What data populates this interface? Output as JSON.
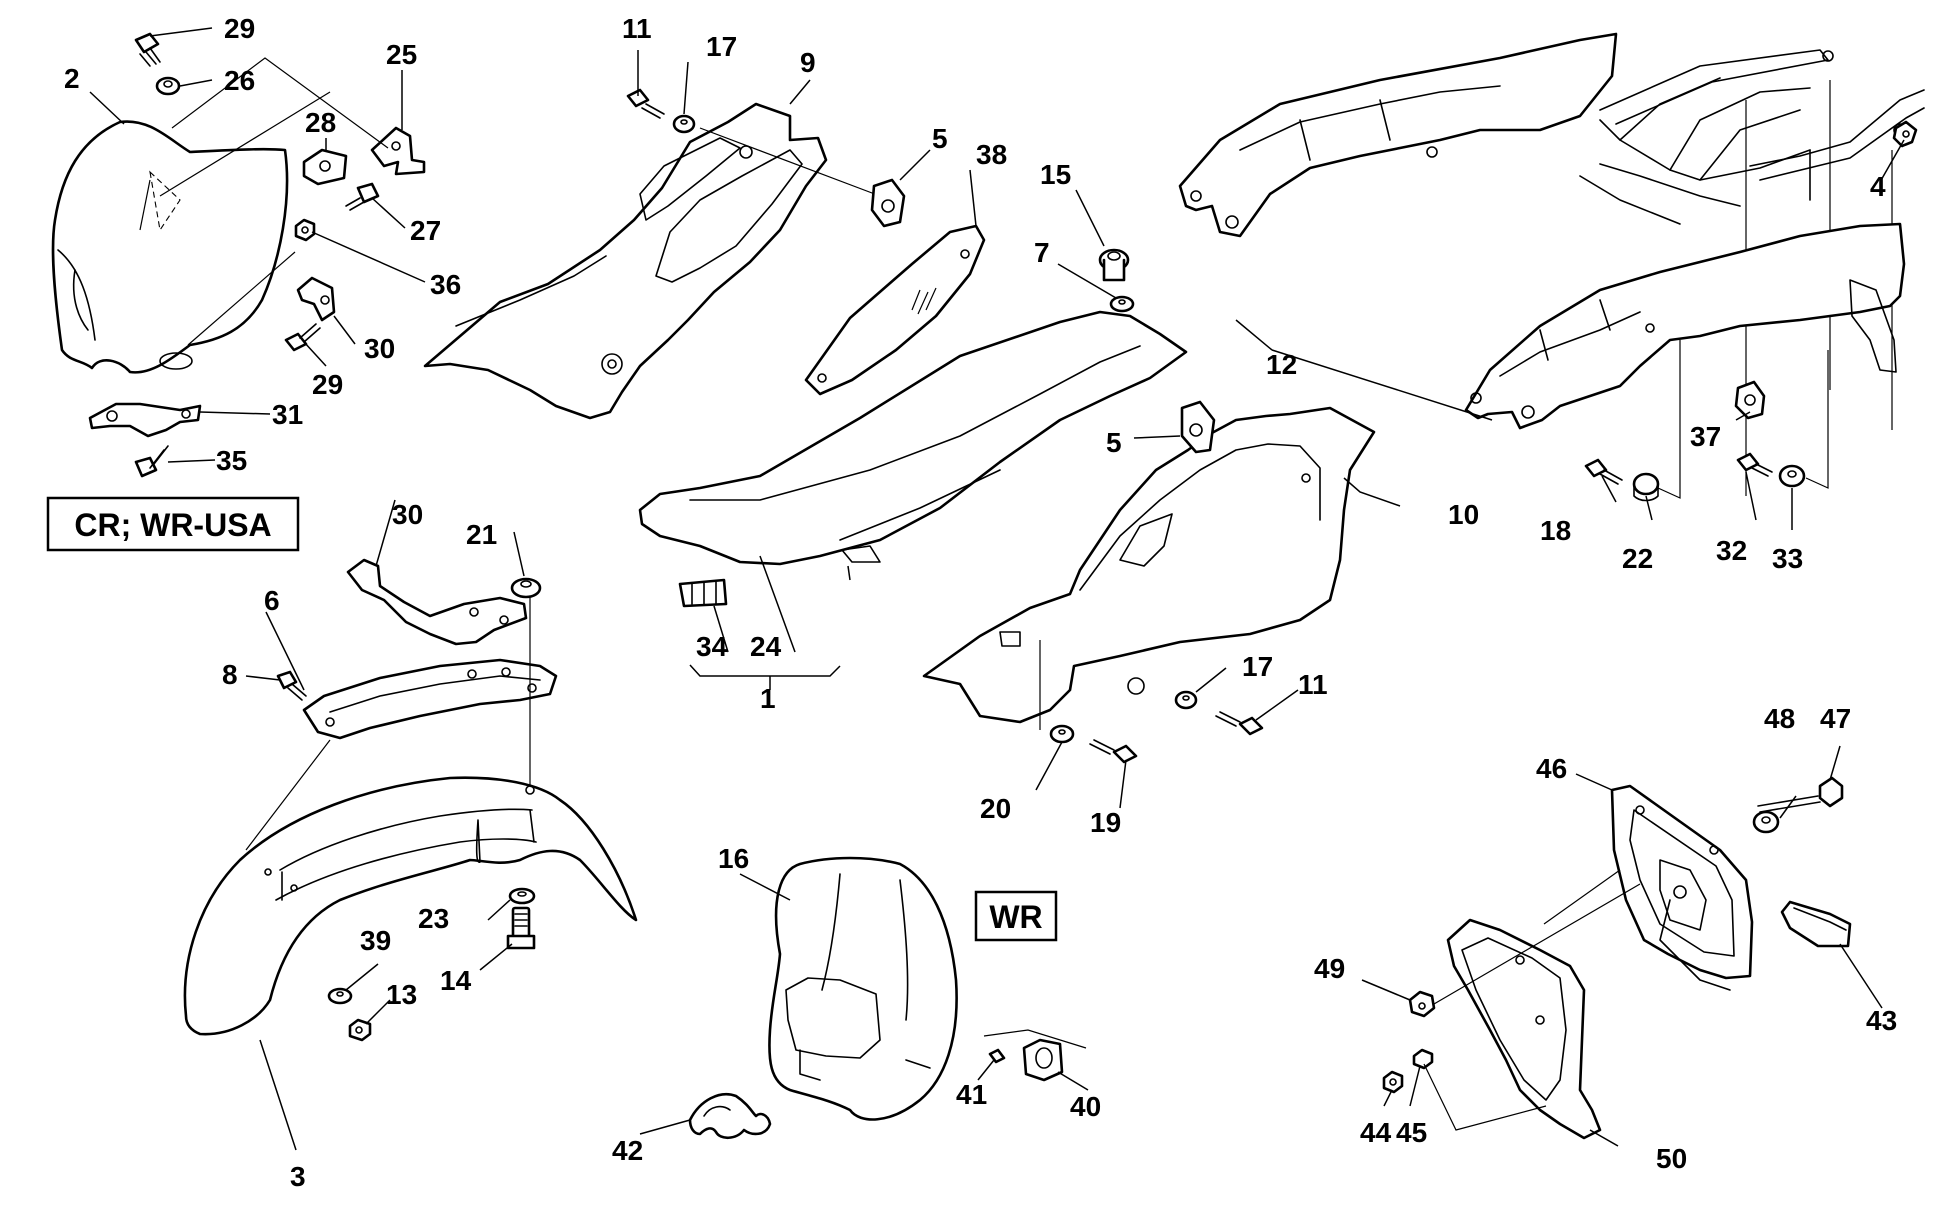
{
  "variant_labels": {
    "cr_wr_usa": "CR; WR-USA",
    "wr": "WR"
  },
  "callouts": {
    "c1": "1",
    "c2": "2",
    "c3": "3",
    "c4": "4",
    "c5a": "5",
    "c5b": "5",
    "c6": "6",
    "c7": "7",
    "c8": "8",
    "c9": "9",
    "c10": "10",
    "c11a": "11",
    "c11b": "11",
    "c12": "12",
    "c13": "13",
    "c14": "14",
    "c15": "15",
    "c16": "16",
    "c17a": "17",
    "c17b": "17",
    "c18": "18",
    "c19": "19",
    "c20": "20",
    "c21": "21",
    "c22": "22",
    "c23": "23",
    "c24": "24",
    "c25": "25",
    "c26": "26",
    "c27": "27",
    "c28": "28",
    "c29a": "29",
    "c29b": "29",
    "c30a": "30",
    "c30b": "30",
    "c31": "31",
    "c32": "32",
    "c33": "33",
    "c34": "34",
    "c35": "35",
    "c36": "36",
    "c37": "37",
    "c38": "38",
    "c39": "39",
    "c40": "40",
    "c41": "41",
    "c42": "42",
    "c43": "43",
    "c44": "44",
    "c45": "45",
    "c46": "46",
    "c47": "47",
    "c48": "48",
    "c49": "49",
    "c50": "50"
  }
}
